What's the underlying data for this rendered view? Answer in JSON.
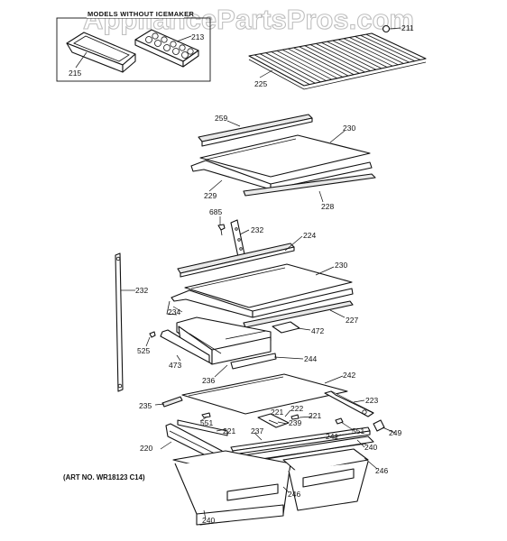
{
  "watermark": "AppliancePartsPros.com",
  "header": {
    "models_without_icemaker": "MODELS WITHOUT ICEMAKER"
  },
  "footer": {
    "art_number": "(ART NO. WR18123 C14)"
  },
  "callouts": [
    {
      "id": "c211",
      "label": "211"
    },
    {
      "id": "c213",
      "label": "213"
    },
    {
      "id": "c215",
      "label": "215"
    },
    {
      "id": "c225",
      "label": "225"
    },
    {
      "id": "c259",
      "label": "259"
    },
    {
      "id": "c230a",
      "label": "230"
    },
    {
      "id": "c229",
      "label": "229"
    },
    {
      "id": "c228",
      "label": "228"
    },
    {
      "id": "c685",
      "label": "685"
    },
    {
      "id": "c232a",
      "label": "232"
    },
    {
      "id": "c224",
      "label": "224"
    },
    {
      "id": "c230b",
      "label": "230"
    },
    {
      "id": "c232b",
      "label": "232"
    },
    {
      "id": "c234",
      "label": "234"
    },
    {
      "id": "c227",
      "label": "227"
    },
    {
      "id": "c472",
      "label": "472"
    },
    {
      "id": "c525",
      "label": "525"
    },
    {
      "id": "c473",
      "label": "473"
    },
    {
      "id": "c244",
      "label": "244"
    },
    {
      "id": "c236",
      "label": "236"
    },
    {
      "id": "c242",
      "label": "242"
    },
    {
      "id": "c223",
      "label": "223"
    },
    {
      "id": "c235",
      "label": "235"
    },
    {
      "id": "c222",
      "label": "222"
    },
    {
      "id": "c551a",
      "label": "551"
    },
    {
      "id": "c221a",
      "label": "221"
    },
    {
      "id": "c239",
      "label": "239"
    },
    {
      "id": "c221b",
      "label": "221"
    },
    {
      "id": "c551b",
      "label": "551"
    },
    {
      "id": "c249",
      "label": "249"
    },
    {
      "id": "c221c",
      "label": "221"
    },
    {
      "id": "c237",
      "label": "237"
    },
    {
      "id": "c241",
      "label": "241"
    },
    {
      "id": "c220",
      "label": "220"
    },
    {
      "id": "c240a",
      "label": "240"
    },
    {
      "id": "c246a",
      "label": "246"
    },
    {
      "id": "c246b",
      "label": "246"
    },
    {
      "id": "c240b",
      "label": "240"
    }
  ]
}
